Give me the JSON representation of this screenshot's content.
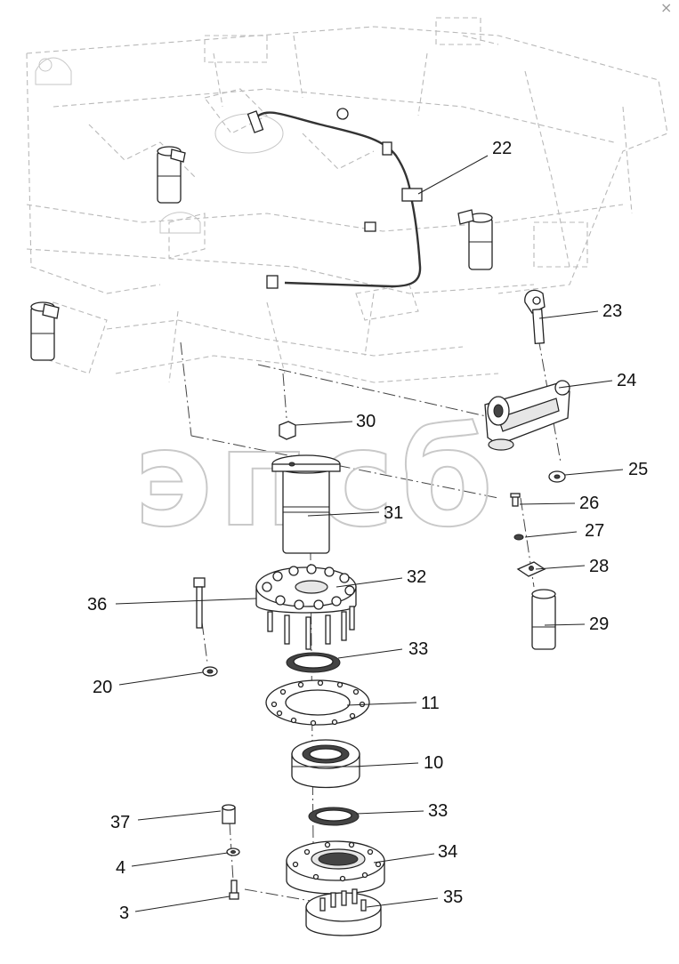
{
  "watermark": {
    "text": "эпсб",
    "color": "#d0d0d0"
  },
  "close_glyph": "×",
  "callouts": {
    "p3": "3",
    "p4": "4",
    "p10": "10",
    "p11": "11",
    "p20": "20",
    "p22": "22",
    "p23": "23",
    "p24": "24",
    "p25": "25",
    "p26": "26",
    "p27": "27",
    "p28": "28",
    "p29": "29",
    "p30": "30",
    "p31": "31",
    "p32": "32",
    "p33a": "33",
    "p33b": "33",
    "p34": "34",
    "p35": "35",
    "p36": "36",
    "p37": "37"
  },
  "colors": {
    "line": "#222222",
    "frame_ghost": "#b9b9b9",
    "background": "#ffffff"
  }
}
